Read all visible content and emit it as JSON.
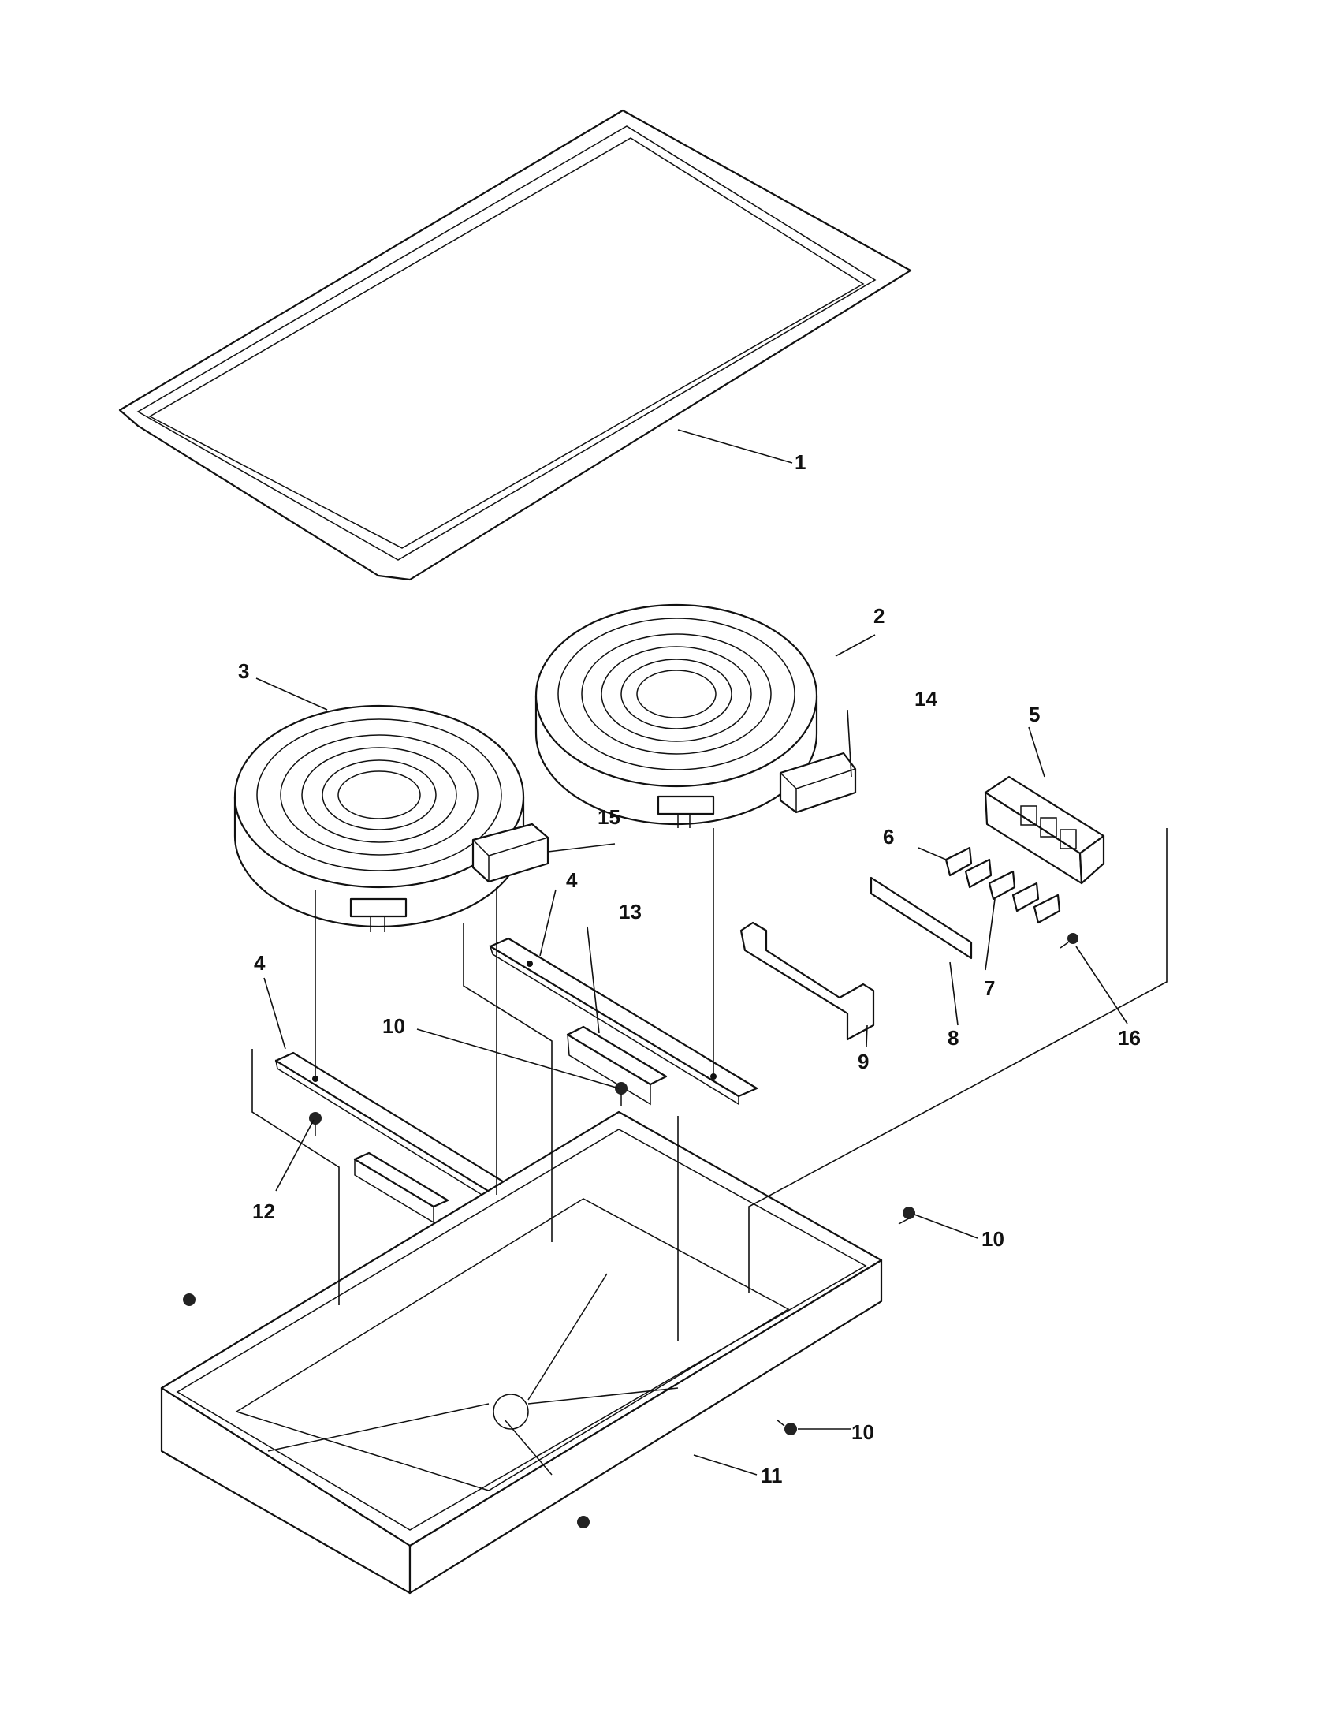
{
  "callouts": {
    "c1": "1",
    "c2": "2",
    "c3": "3",
    "c4a": "4",
    "c4b": "4",
    "c5": "5",
    "c6": "6",
    "c7": "7",
    "c8": "8",
    "c9": "9",
    "c10a": "10",
    "c10b": "10",
    "c10c": "10",
    "c11": "11",
    "c12": "12",
    "c13": "13",
    "c14": "14",
    "c15": "15",
    "c16": "16"
  }
}
